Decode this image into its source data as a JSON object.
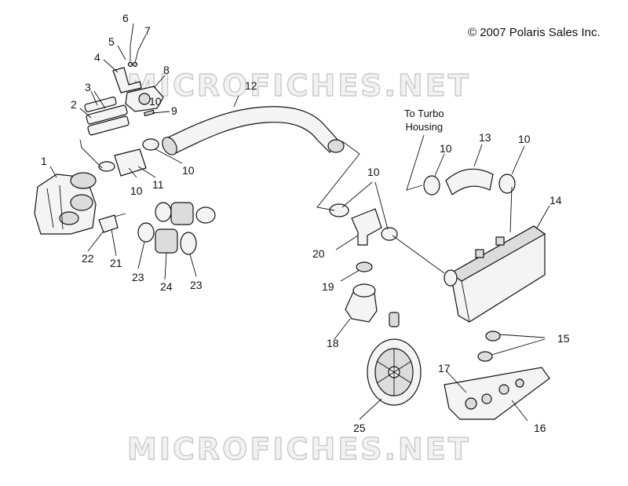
{
  "copyright": "© 2007 Polaris Sales Inc.",
  "watermark": "MICROFICHES.NET",
  "note_turbo": [
    "To Turbo",
    "Housing"
  ],
  "callouts": [
    "1",
    "2",
    "3",
    "4",
    "5",
    "6",
    "7",
    "8",
    "9",
    "10",
    "10",
    "10",
    "10",
    "10",
    "10",
    "11",
    "12",
    "13",
    "14",
    "15",
    "16",
    "17",
    "18",
    "19",
    "20",
    "21",
    "22",
    "23",
    "23",
    "24",
    "25"
  ]
}
